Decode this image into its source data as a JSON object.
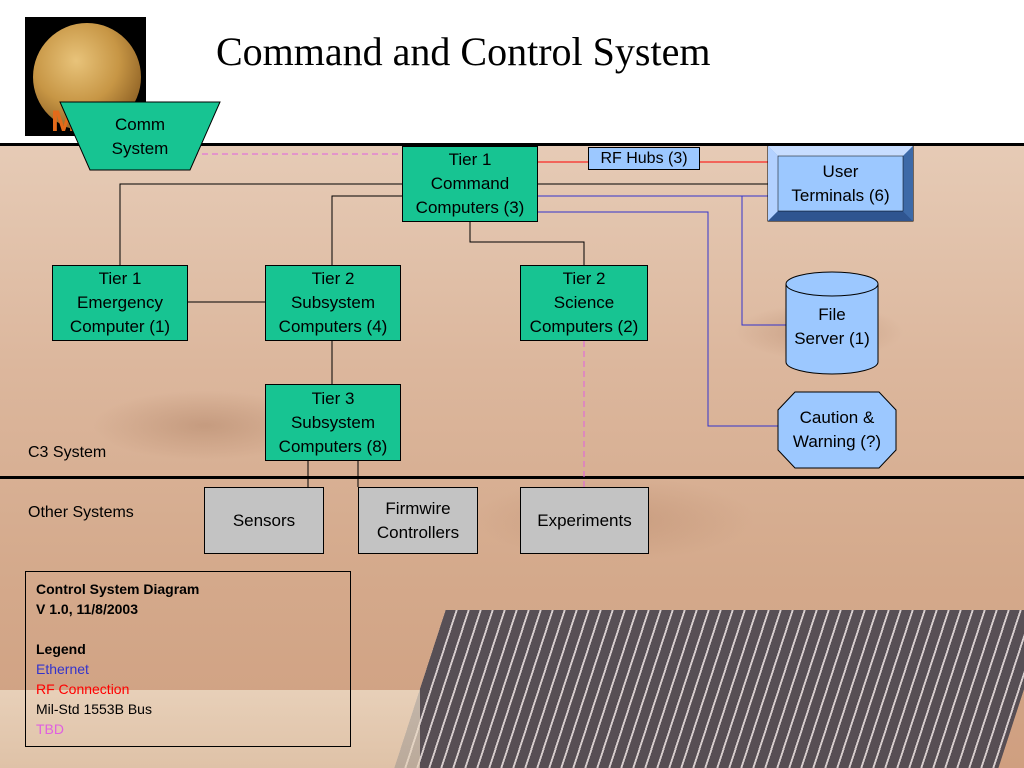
{
  "title": "Command and Control System",
  "logo": {
    "text": "M"
  },
  "section_labels": {
    "c3": "C3 System",
    "other": "Other Systems"
  },
  "nodes": {
    "comm": "Comm\nSystem",
    "tier1_command": "Tier 1\nCommand\nComputers (3)",
    "rf_hubs": "RF Hubs (3)",
    "user_terminals": "User\nTerminals (6)",
    "tier1_emergency": "Tier 1\nEmergency\nComputer (1)",
    "tier2_subsystem": "Tier 2\nSubsystem\nComputers (4)",
    "tier2_science": "Tier 2\nScience\nComputers (2)",
    "file_server": "File\nServer (1)",
    "tier3_subsystem": "Tier 3\nSubsystem\nComputers (8)",
    "caution_warning": "Caution &\nWarning (?)",
    "sensors": "Sensors",
    "firmwire": "Firmwire\nControllers",
    "experiments": "Experiments"
  },
  "legend": {
    "heading": "Control System Diagram",
    "version": "V 1.0, 11/8/2003",
    "legend_title": "Legend",
    "items": [
      {
        "label": "Ethernet",
        "color": "#3333cc"
      },
      {
        "label": "RF Connection",
        "color": "#ff0000"
      },
      {
        "label": "Mil-Std 1553B Bus",
        "color": "#000000"
      },
      {
        "label": "TBD",
        "color": "#e060e0"
      }
    ]
  },
  "colors": {
    "node_green": "#17c492",
    "node_gray": "#c3c3c3",
    "node_blue": "#9cc8ff",
    "ethernet": "#3333cc",
    "rf": "#ff0000",
    "bus": "#000000",
    "tbd": "#e060e0"
  }
}
